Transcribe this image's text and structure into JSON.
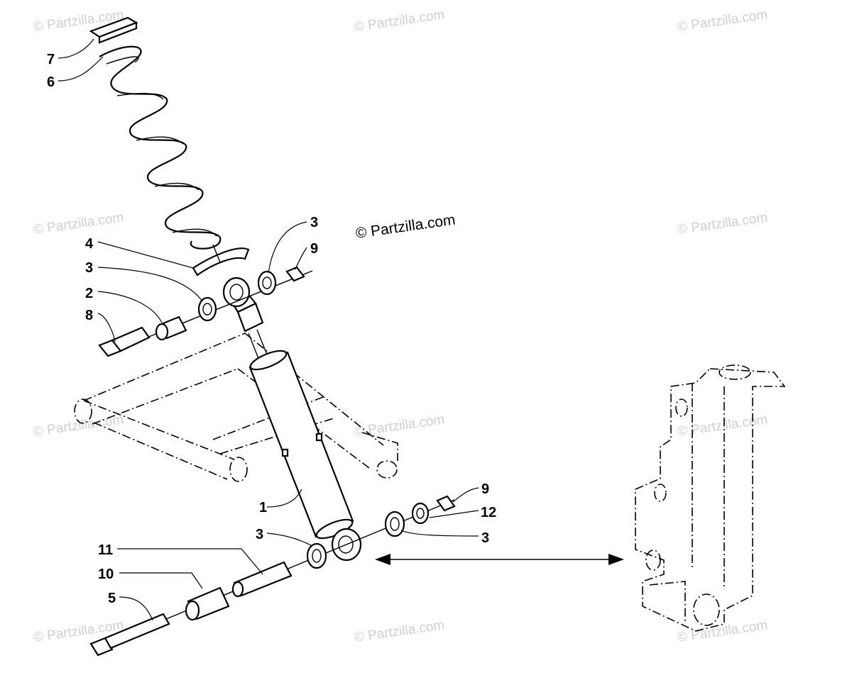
{
  "watermark": "© Partzilla.com",
  "copyright": "© Partzilla.com",
  "callouts": {
    "c1": "1",
    "c2": "2",
    "c3a": "3",
    "c3b": "3",
    "c3c": "3",
    "c3d": "3",
    "c4": "4",
    "c5": "5",
    "c6": "6",
    "c7": "7",
    "c8": "8",
    "c9a": "9",
    "c9b": "9",
    "c10": "10",
    "c11": "11",
    "c12": "12"
  }
}
